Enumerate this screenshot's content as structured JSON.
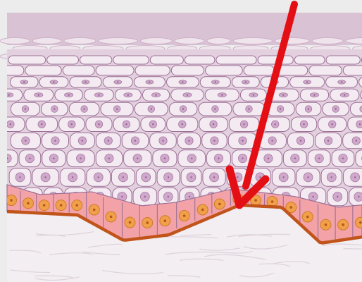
{
  "diagram": {
    "subject": "stratified-squamous-epithelium-cross-section",
    "colors": {
      "frame": "#ececec",
      "stratum_corneum": "#d9c2d4",
      "upper_cells": "#f4ebf2",
      "cell_outline": "#9c6f95",
      "upper_nucleus": "#cfa8cb",
      "basal_cell_fill": "#f3a3a8",
      "basal_nucleus": "#f0a04a",
      "basement_membrane": "#c0541a",
      "connective_tissue": "#f3eef2",
      "arrow": "#e40f14"
    },
    "annotation": {
      "type": "arrow",
      "points_to": "basal-cell-layer",
      "icon": "red-arrow-icon"
    }
  }
}
